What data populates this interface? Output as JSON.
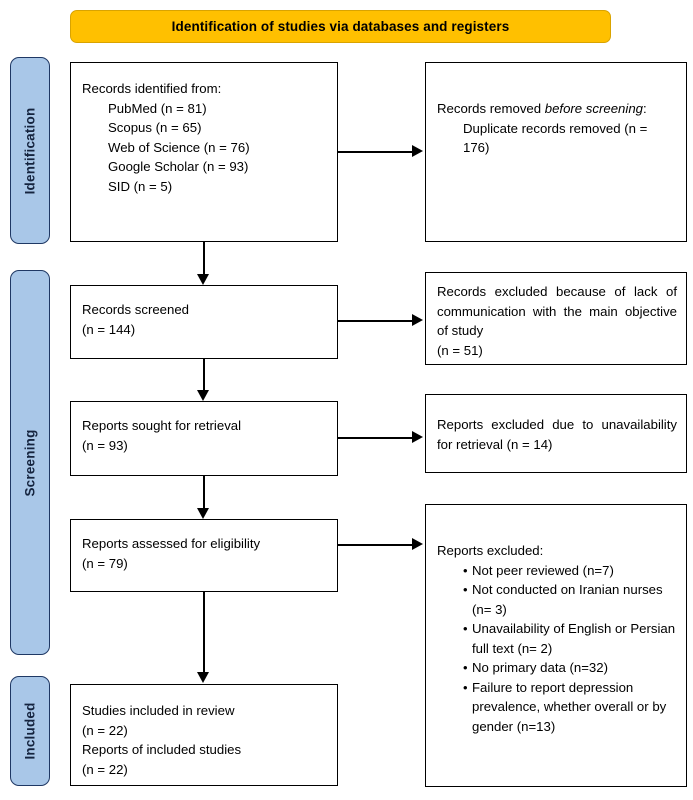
{
  "diagram": {
    "type": "prisma-flow-diagram",
    "banner": {
      "title": "Identification of studies via databases and registers",
      "color": "#FFC000"
    },
    "stage_color": "#A9C7E8",
    "stages": [
      {
        "id": "identification",
        "label": "Identification"
      },
      {
        "id": "screening",
        "label": "Screening"
      },
      {
        "id": "included",
        "label": "Included"
      }
    ],
    "boxes": {
      "records_identified": {
        "heading": "Records identified from:",
        "sources": [
          "PubMed (n = 81)",
          "Scopus (n = 65)",
          "Web of Science (n = 76)",
          "Google Scholar (n = 93)",
          "SID (n = 5)"
        ]
      },
      "records_removed": {
        "lead": "Records removed ",
        "lead_italic": "before screening",
        "lead_tail": ":",
        "detail": "Duplicate records removed (n = 176)"
      },
      "records_screened": {
        "line1": "Records screened",
        "line2": "(n = 144)"
      },
      "records_excluded": {
        "body": "Records excluded because of lack of communication with the main objective of study",
        "count": "(n = 51)"
      },
      "reports_sought": {
        "line1": "Reports sought for retrieval",
        "line2": "(n = 93)"
      },
      "reports_excluded_retrieval": {
        "body": "Reports excluded due to unavailability for retrieval (n = 14)"
      },
      "reports_assessed": {
        "line1": "Reports assessed for eligibility",
        "line2": "(n = 79)"
      },
      "reports_excluded": {
        "heading": "Reports excluded:",
        "reasons": [
          "Not peer reviewed (n=7)",
          "Not conducted on Iranian nurses (n= 3)",
          "Unavailability of English or Persian full text (n= 2)",
          "No primary data (n=32)",
          "Failure to report depression prevalence, whether overall or by gender (n=13)"
        ]
      },
      "studies_included": {
        "line1": "Studies included in review",
        "line2": "(n = 22)",
        "line3": "Reports of included studies",
        "line4": "(n = 22)"
      }
    }
  }
}
